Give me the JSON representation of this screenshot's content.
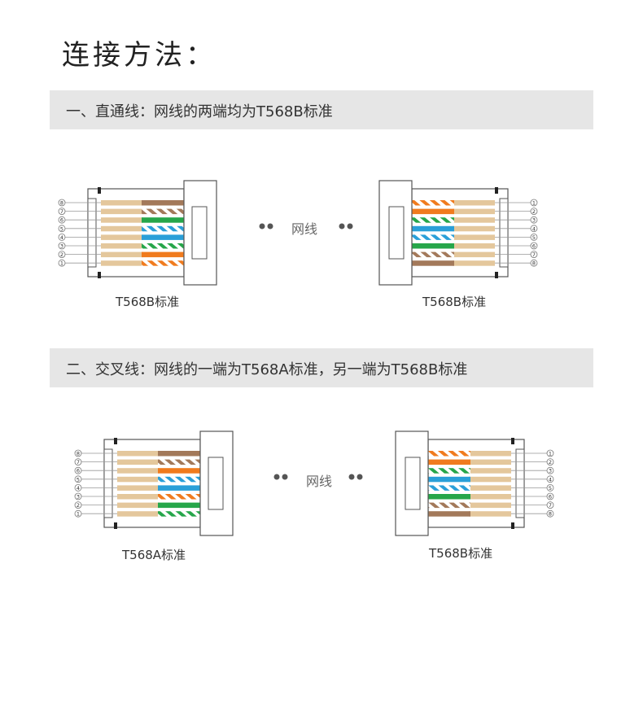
{
  "title": "连接方法：",
  "sections": [
    {
      "heading": "一、直通线：网线的两端均为T568B标准",
      "center_label": "网线",
      "left": {
        "label": "T568B标准",
        "pins": [
          "8",
          "7",
          "6",
          "5",
          "4",
          "3",
          "2",
          "1"
        ]
      },
      "right": {
        "label": "T568B标准",
        "pins": [
          "1",
          "2",
          "3",
          "4",
          "5",
          "6",
          "7",
          "8"
        ]
      }
    },
    {
      "heading": "二、交叉线：网线的一端为T568A标准，另一端为T568B标准",
      "center_label": "网线",
      "left": {
        "label": "T568A标准",
        "pins": [
          "8",
          "7",
          "6",
          "5",
          "4",
          "3",
          "2",
          "1"
        ]
      },
      "right": {
        "label": "T568B标准",
        "pins": [
          "1",
          "2",
          "3",
          "4",
          "5",
          "6",
          "7",
          "8"
        ]
      }
    }
  ],
  "wire_colors": {
    "orange": "#f07b1e",
    "green": "#26a64a",
    "blue": "#2a9fd8",
    "brown": "#a3795a",
    "stripe_white": "#ffffff",
    "tan": "#e4c79c"
  },
  "wiring": {
    "T568B": [
      "white-orange",
      "orange",
      "white-green",
      "blue",
      "white-blue",
      "green",
      "white-brown",
      "brown"
    ],
    "T568A": [
      "white-green",
      "green",
      "white-orange",
      "blue",
      "white-blue",
      "orange",
      "white-brown",
      "brown"
    ]
  }
}
